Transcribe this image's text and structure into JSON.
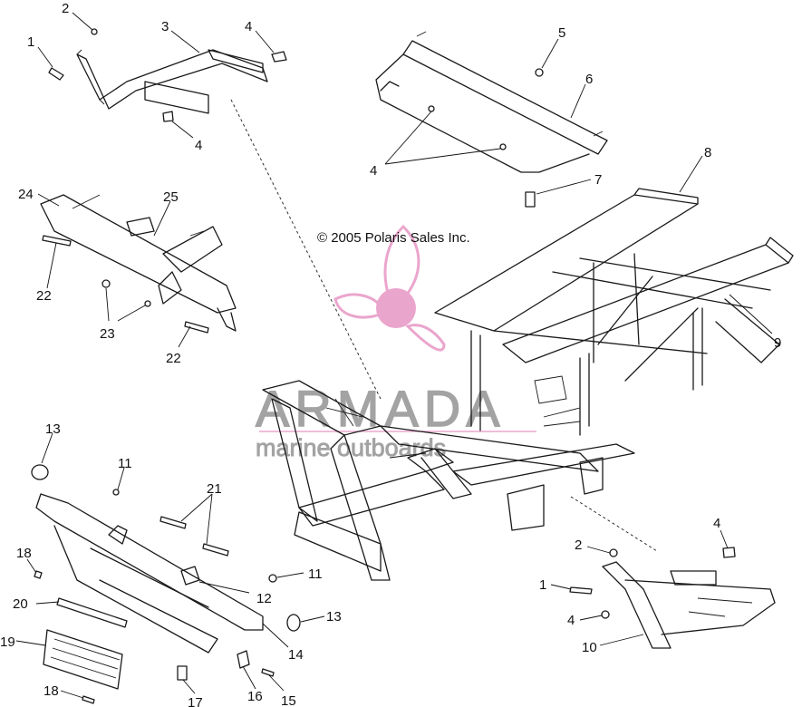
{
  "copyright": "© 2005 Polaris Sales Inc.",
  "watermark": {
    "brand": "ARMADA",
    "tagline": "marine outboards",
    "logo_color": "#e89cc8",
    "text_color": "#9a9a9a"
  },
  "callouts": [
    {
      "id": "c1a",
      "text": "1"
    },
    {
      "id": "c2a",
      "text": "2"
    },
    {
      "id": "c3",
      "text": "3"
    },
    {
      "id": "c4a",
      "text": "4"
    },
    {
      "id": "c4b",
      "text": "4"
    },
    {
      "id": "c5",
      "text": "5"
    },
    {
      "id": "c6",
      "text": "6"
    },
    {
      "id": "c4c",
      "text": "4"
    },
    {
      "id": "c7",
      "text": "7"
    },
    {
      "id": "c8",
      "text": "8"
    },
    {
      "id": "c24",
      "text": "24"
    },
    {
      "id": "c25",
      "text": "25"
    },
    {
      "id": "c22a",
      "text": "22"
    },
    {
      "id": "c23",
      "text": "23"
    },
    {
      "id": "c22b",
      "text": "22"
    },
    {
      "id": "c9",
      "text": "9"
    },
    {
      "id": "c13a",
      "text": "13"
    },
    {
      "id": "c11a",
      "text": "11"
    },
    {
      "id": "c21",
      "text": "21"
    },
    {
      "id": "c18a",
      "text": "18"
    },
    {
      "id": "c20",
      "text": "20"
    },
    {
      "id": "c19",
      "text": "19"
    },
    {
      "id": "c12",
      "text": "12"
    },
    {
      "id": "c11b",
      "text": "11"
    },
    {
      "id": "c13b",
      "text": "13"
    },
    {
      "id": "c14",
      "text": "14"
    },
    {
      "id": "c18b",
      "text": "18"
    },
    {
      "id": "c17",
      "text": "17"
    },
    {
      "id": "c16",
      "text": "16"
    },
    {
      "id": "c15",
      "text": "15"
    },
    {
      "id": "c4d",
      "text": "4"
    },
    {
      "id": "c2b",
      "text": "2"
    },
    {
      "id": "c1b",
      "text": "1"
    },
    {
      "id": "c4e",
      "text": "4"
    },
    {
      "id": "c10",
      "text": "10"
    }
  ]
}
